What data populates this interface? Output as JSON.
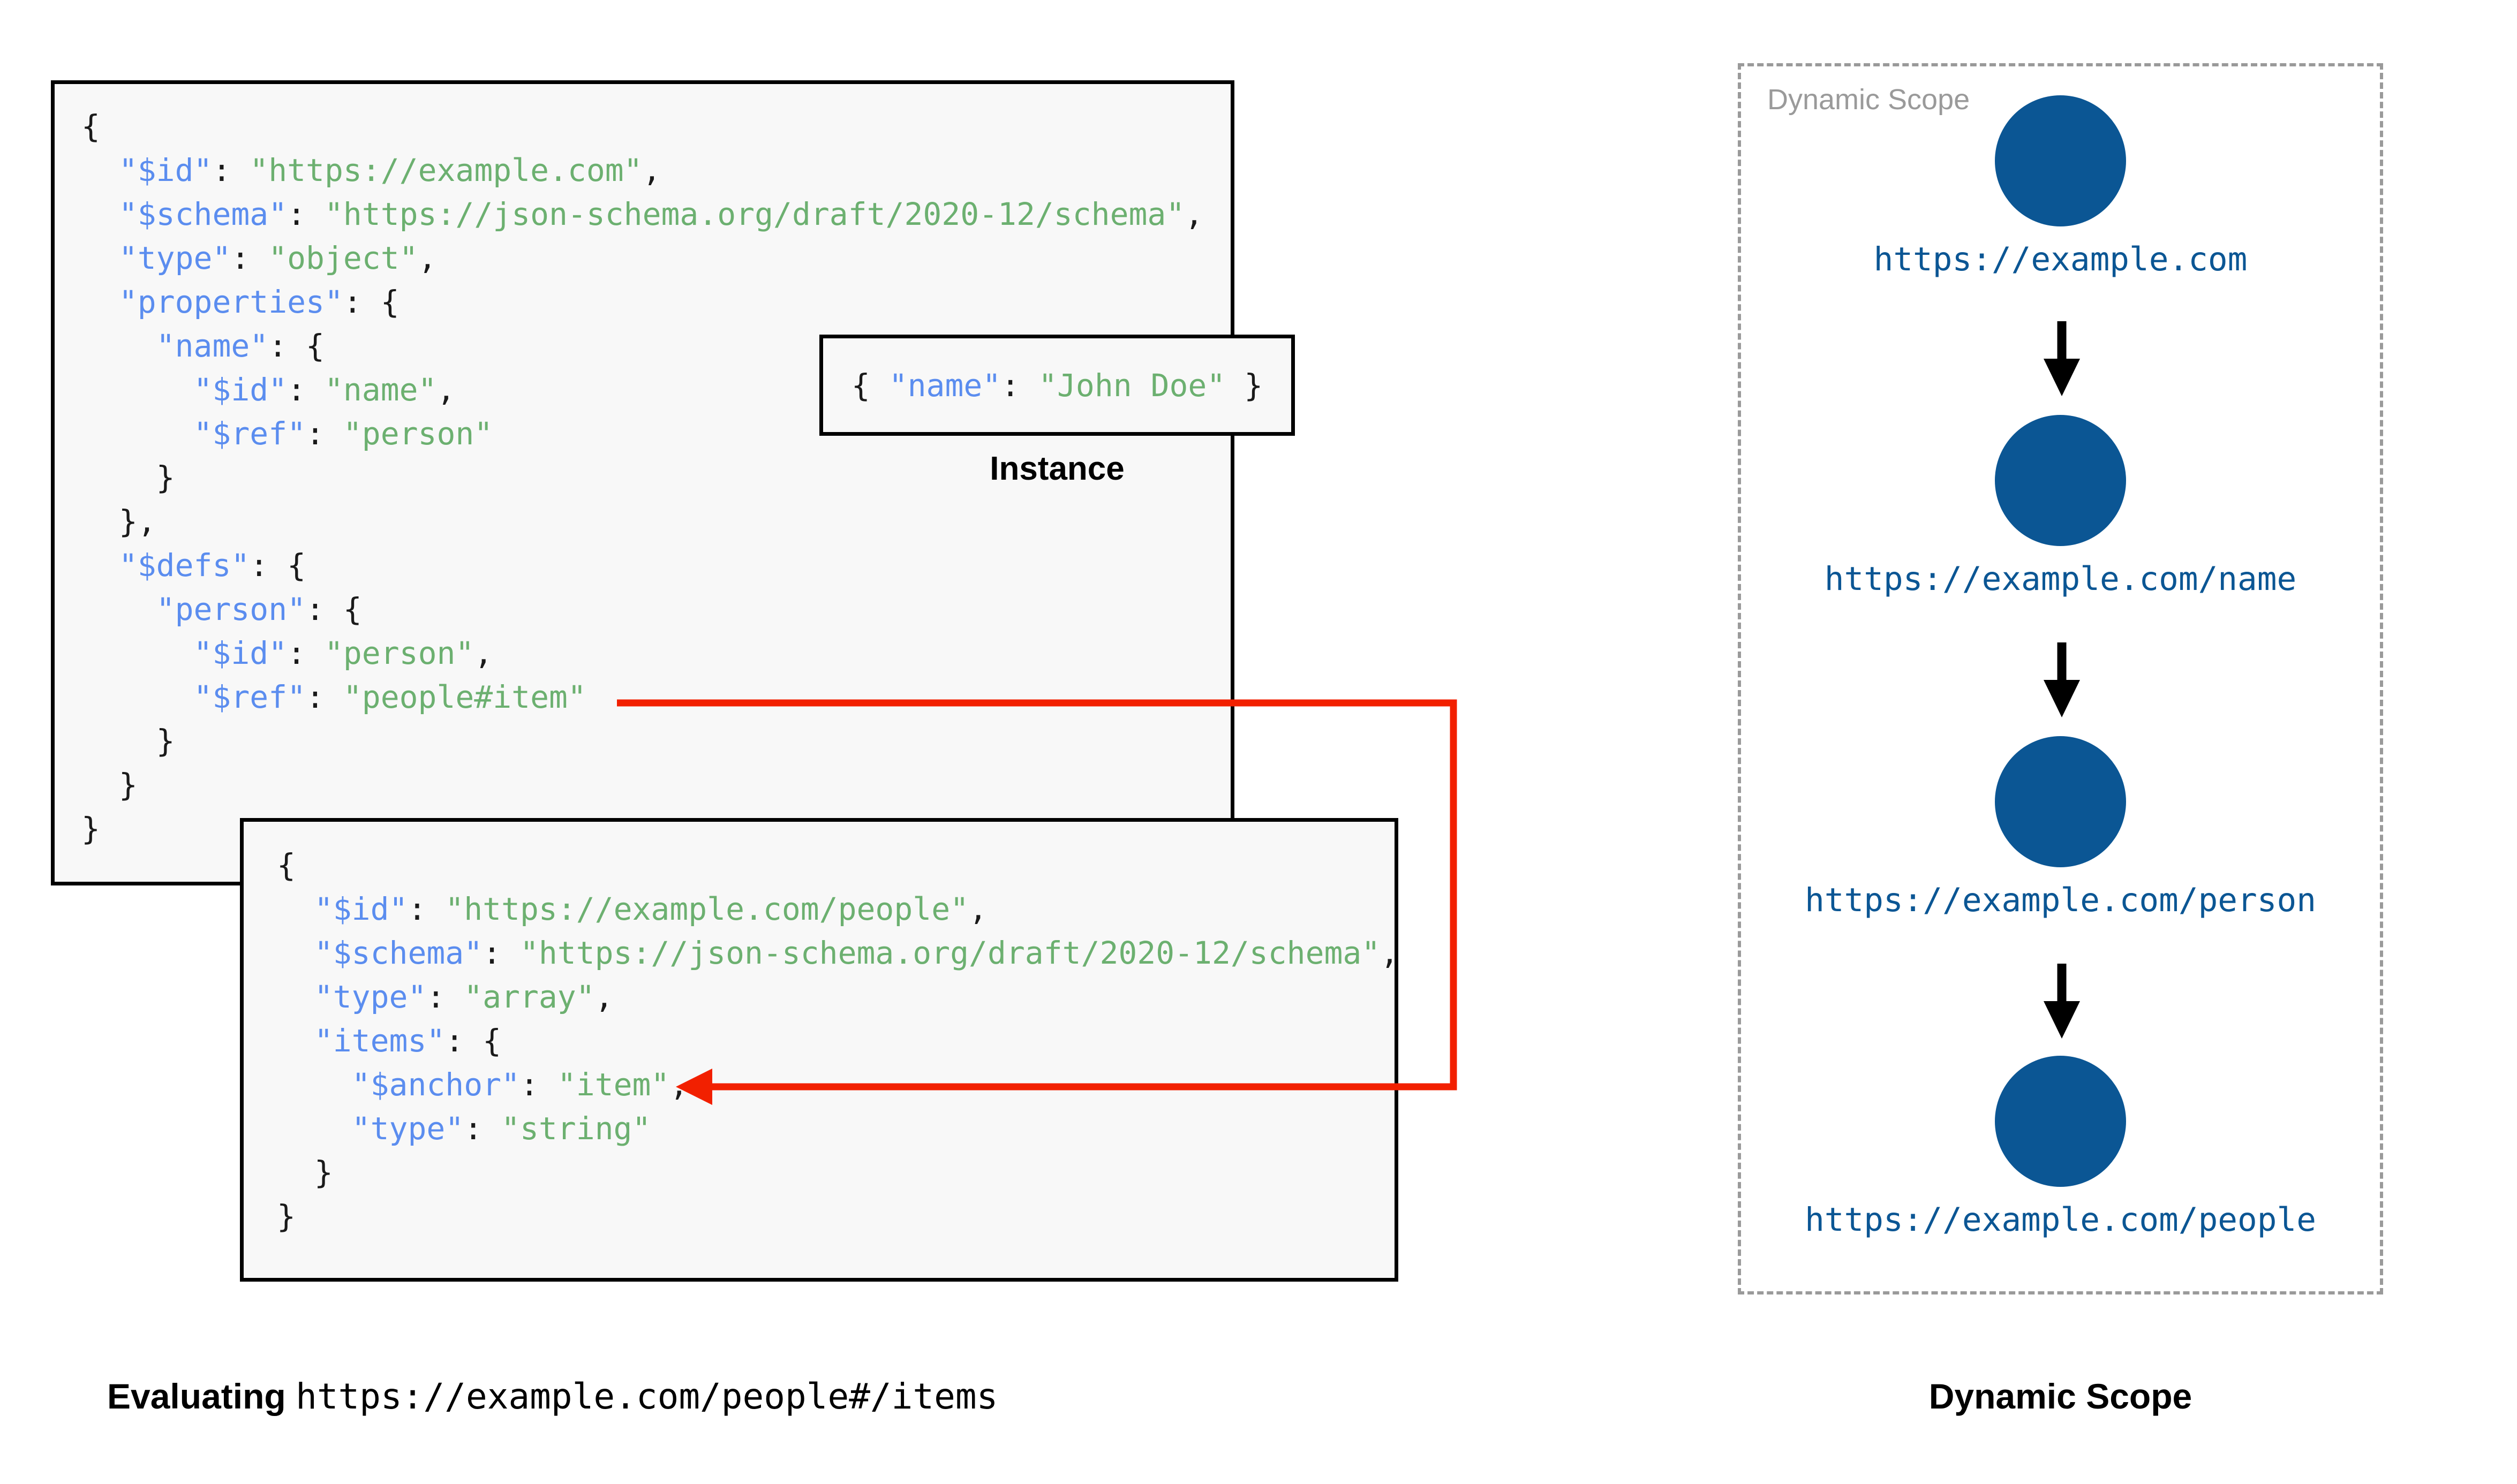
{
  "schema_box": {
    "name": "root-schema",
    "lines": [
      [
        {
          "t": "{",
          "c": "p"
        }
      ],
      [
        {
          "t": "  ",
          "c": "p"
        },
        {
          "t": "\"$id\"",
          "c": "k"
        },
        {
          "t": ": ",
          "c": "p"
        },
        {
          "t": "\"https://example.com\"",
          "c": "s"
        },
        {
          "t": ",",
          "c": "p"
        }
      ],
      [
        {
          "t": "  ",
          "c": "p"
        },
        {
          "t": "\"$schema\"",
          "c": "k"
        },
        {
          "t": ": ",
          "c": "p"
        },
        {
          "t": "\"https://json-schema.org/draft/2020-12/schema\"",
          "c": "s"
        },
        {
          "t": ",",
          "c": "p"
        }
      ],
      [
        {
          "t": "  ",
          "c": "p"
        },
        {
          "t": "\"type\"",
          "c": "k"
        },
        {
          "t": ": ",
          "c": "p"
        },
        {
          "t": "\"object\"",
          "c": "s"
        },
        {
          "t": ",",
          "c": "p"
        }
      ],
      [
        {
          "t": "  ",
          "c": "p"
        },
        {
          "t": "\"properties\"",
          "c": "k"
        },
        {
          "t": ": {",
          "c": "p"
        }
      ],
      [
        {
          "t": "    ",
          "c": "p"
        },
        {
          "t": "\"name\"",
          "c": "k"
        },
        {
          "t": ": {",
          "c": "p"
        }
      ],
      [
        {
          "t": "      ",
          "c": "p"
        },
        {
          "t": "\"$id\"",
          "c": "k"
        },
        {
          "t": ": ",
          "c": "p"
        },
        {
          "t": "\"name\"",
          "c": "s"
        },
        {
          "t": ",",
          "c": "p"
        }
      ],
      [
        {
          "t": "      ",
          "c": "p"
        },
        {
          "t": "\"$ref\"",
          "c": "k"
        },
        {
          "t": ": ",
          "c": "p"
        },
        {
          "t": "\"person\"",
          "c": "s"
        }
      ],
      [
        {
          "t": "    }",
          "c": "p"
        }
      ],
      [
        {
          "t": "  },",
          "c": "p"
        }
      ],
      [
        {
          "t": "  ",
          "c": "p"
        },
        {
          "t": "\"$defs\"",
          "c": "k"
        },
        {
          "t": ": {",
          "c": "p"
        }
      ],
      [
        {
          "t": "    ",
          "c": "p"
        },
        {
          "t": "\"person\"",
          "c": "k"
        },
        {
          "t": ": {",
          "c": "p"
        }
      ],
      [
        {
          "t": "      ",
          "c": "p"
        },
        {
          "t": "\"$id\"",
          "c": "k"
        },
        {
          "t": ": ",
          "c": "p"
        },
        {
          "t": "\"person\"",
          "c": "s"
        },
        {
          "t": ",",
          "c": "p"
        }
      ],
      [
        {
          "t": "      ",
          "c": "p"
        },
        {
          "t": "\"$ref\"",
          "c": "k"
        },
        {
          "t": ": ",
          "c": "p"
        },
        {
          "t": "\"people#item\"",
          "c": "s"
        }
      ],
      [
        {
          "t": "    }",
          "c": "p"
        }
      ],
      [
        {
          "t": "  }",
          "c": "p"
        }
      ],
      [
        {
          "t": "}",
          "c": "p"
        }
      ]
    ]
  },
  "people_box": {
    "name": "people-schema",
    "lines": [
      [
        {
          "t": "{",
          "c": "p"
        }
      ],
      [
        {
          "t": "  ",
          "c": "p"
        },
        {
          "t": "\"$id\"",
          "c": "k"
        },
        {
          "t": ": ",
          "c": "p"
        },
        {
          "t": "\"https://example.com/people\"",
          "c": "s"
        },
        {
          "t": ",",
          "c": "p"
        }
      ],
      [
        {
          "t": "  ",
          "c": "p"
        },
        {
          "t": "\"$schema\"",
          "c": "k"
        },
        {
          "t": ": ",
          "c": "p"
        },
        {
          "t": "\"https://json-schema.org/draft/2020-12/schema\"",
          "c": "s"
        },
        {
          "t": ",",
          "c": "p"
        }
      ],
      [
        {
          "t": "  ",
          "c": "p"
        },
        {
          "t": "\"type\"",
          "c": "k"
        },
        {
          "t": ": ",
          "c": "p"
        },
        {
          "t": "\"array\"",
          "c": "s"
        },
        {
          "t": ",",
          "c": "p"
        }
      ],
      [
        {
          "t": "  ",
          "c": "p"
        },
        {
          "t": "\"items\"",
          "c": "k"
        },
        {
          "t": ": {",
          "c": "p"
        }
      ],
      [
        {
          "t": "    ",
          "c": "p"
        },
        {
          "t": "\"$anchor\"",
          "c": "k"
        },
        {
          "t": ": ",
          "c": "p"
        },
        {
          "t": "\"item\"",
          "c": "s"
        },
        {
          "t": ",",
          "c": "p"
        }
      ],
      [
        {
          "t": "    ",
          "c": "p"
        },
        {
          "t": "\"type\"",
          "c": "k"
        },
        {
          "t": ": ",
          "c": "p"
        },
        {
          "t": "\"string\"",
          "c": "s"
        }
      ],
      [
        {
          "t": "  }",
          "c": "p"
        }
      ],
      [
        {
          "t": "}",
          "c": "p"
        }
      ]
    ]
  },
  "instance_box": {
    "name": "instance",
    "lines": [
      [
        {
          "t": "{ ",
          "c": "p"
        },
        {
          "t": "\"name\"",
          "c": "k"
        },
        {
          "t": ": ",
          "c": "p"
        },
        {
          "t": "\"John Doe\"",
          "c": "s"
        },
        {
          "t": " }",
          "c": "p"
        }
      ]
    ],
    "caption": "Instance"
  },
  "captions": {
    "evaluating_label": "Evaluating ",
    "evaluating_uri": "https://example.com/people#/items",
    "dynamic_scope": "Dynamic Scope"
  },
  "scope_panel": {
    "label": "Dynamic Scope",
    "nodes": [
      {
        "uri": "https://example.com"
      },
      {
        "uri": "https://example.com/name"
      },
      {
        "uri": "https://example.com/person"
      },
      {
        "uri": "https://example.com/people"
      }
    ]
  },
  "colors": {
    "json_key": "#5b8def",
    "json_string": "#6cb070",
    "reference_arrow": "#f22000",
    "scope_node": "#0b5694",
    "scope_border": "#9a9a9a",
    "box_background": "#f8f8f8",
    "box_border": "#000000"
  }
}
